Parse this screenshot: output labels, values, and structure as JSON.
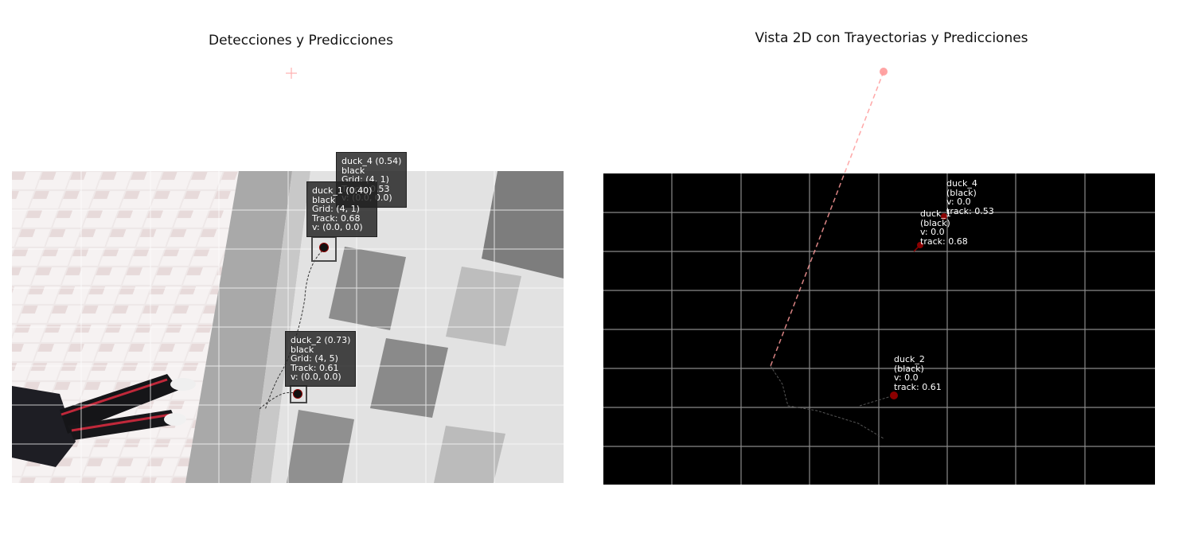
{
  "left": {
    "title": "Detecciones y Predicciones",
    "detections": [
      {
        "id": "duck_4",
        "header": "duck_4 (0.54)",
        "color": "black",
        "grid": "Grid: (4, 1)",
        "track": "Track: 0.53",
        "v": "v: (0.0, 0.0)"
      },
      {
        "id": "duck_1",
        "header": "duck_1 (0.40)",
        "color": "black",
        "grid": "Grid: (4, 1)",
        "track": "Track: 0.68",
        "v": "v: (0.0, 0.0)"
      },
      {
        "id": "duck_2",
        "header": "duck_2 (0.73)",
        "color": "black",
        "grid": "Grid: (4, 5)",
        "track": "Track: 0.61",
        "v": "v: (0.0, 0.0)"
      }
    ]
  },
  "right": {
    "title": "Vista 2D con Trayectorias y Predicciones",
    "labels": [
      {
        "id": "duck_4",
        "name": "duck_4",
        "color": "(black)",
        "v": "v: 0.0",
        "track": "track: 0.53"
      },
      {
        "id": "duck_1",
        "name": "duck_1",
        "color": "(black)",
        "v": "v: 0.0",
        "track": "track: 0.68"
      },
      {
        "id": "duck_2",
        "name": "duck_2",
        "color": "(black)",
        "v": "v: 0.0",
        "track": "track: 0.61"
      }
    ]
  },
  "colors": {
    "prediction": "#ff9a9a",
    "marker": "#8b0000",
    "grid": "#8a8a8a",
    "trajectory": "#555555"
  }
}
